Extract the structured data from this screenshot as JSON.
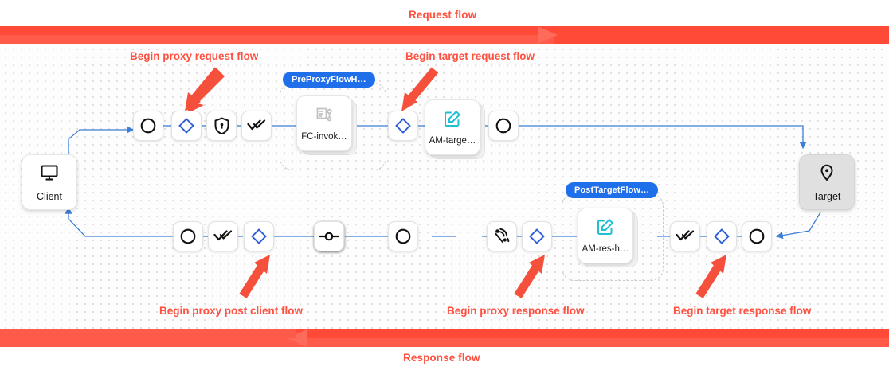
{
  "colors": {
    "accent_red": "#ff5040",
    "edge_blue": "#3d7fd6",
    "diamond_blue": "#2d5fd9",
    "chip_blue": "#1f6feb",
    "policy_teal": "#1fbfd4",
    "target_grey": "#e0e0e0",
    "canvas_bg": "#fefdfd"
  },
  "banners": {
    "request": {
      "label": "Request flow",
      "direction": "right"
    },
    "response": {
      "label": "Response flow",
      "direction": "left"
    }
  },
  "callouts": [
    {
      "id": "begin-proxy-request-flow",
      "label": "Begin proxy request flow"
    },
    {
      "id": "begin-target-request-flow",
      "label": "Begin target request flow"
    },
    {
      "id": "begin-proxy-post-client-flow",
      "label": "Begin proxy post client flow"
    },
    {
      "id": "begin-proxy-response-flow",
      "label": "Begin proxy response flow"
    },
    {
      "id": "begin-target-response-flow",
      "label": "Begin target response flow"
    }
  ],
  "endpoints": {
    "client": {
      "label": "Client",
      "icon": "monitor-icon"
    },
    "target": {
      "label": "Target",
      "icon": "location-pin-icon"
    }
  },
  "flow_groups": [
    {
      "id": "preproxyflowhook",
      "chip": "PreProxyFlowH…"
    },
    {
      "id": "posttargetflowhook",
      "chip": "PostTargetFlow…"
    }
  ],
  "policies": [
    {
      "id": "fc-invoke",
      "label": "FC-invok…",
      "icon": "flow-callout-icon"
    },
    {
      "id": "am-target",
      "label": "AM-targe…",
      "icon": "assign-message-icon"
    },
    {
      "id": "am-res-h",
      "label": "AM-res-h…",
      "icon": "assign-message-icon"
    }
  ],
  "request_row_nodes": [
    {
      "id": "req-start",
      "icon": "circle-icon"
    },
    {
      "id": "req-proxy-hook",
      "icon": "diamond-icon"
    },
    {
      "id": "req-security",
      "icon": "shield-lock-icon"
    },
    {
      "id": "req-checks",
      "icon": "double-check-icon"
    },
    {
      "id": "req-target-hook",
      "icon": "diamond-icon"
    },
    {
      "id": "req-target-end",
      "icon": "circle-icon"
    }
  ],
  "response_row_nodes": [
    {
      "id": "res-target-end",
      "icon": "circle-icon"
    },
    {
      "id": "res-target-checks",
      "icon": "double-check-icon"
    },
    {
      "id": "res-target-hook",
      "icon": "diamond-icon"
    },
    {
      "id": "res-proxy-hook",
      "icon": "diamond-icon"
    },
    {
      "id": "res-signal",
      "icon": "satellite-icon"
    },
    {
      "id": "res-mid-b",
      "icon": "circle-icon"
    },
    {
      "id": "res-mid-a",
      "icon": "circle-icon"
    },
    {
      "id": "res-connector",
      "icon": "node-connector-icon"
    },
    {
      "id": "res-post-client-hook",
      "icon": "diamond-icon"
    },
    {
      "id": "res-client-checks",
      "icon": "double-check-icon"
    },
    {
      "id": "res-client-end",
      "icon": "circle-icon"
    }
  ]
}
